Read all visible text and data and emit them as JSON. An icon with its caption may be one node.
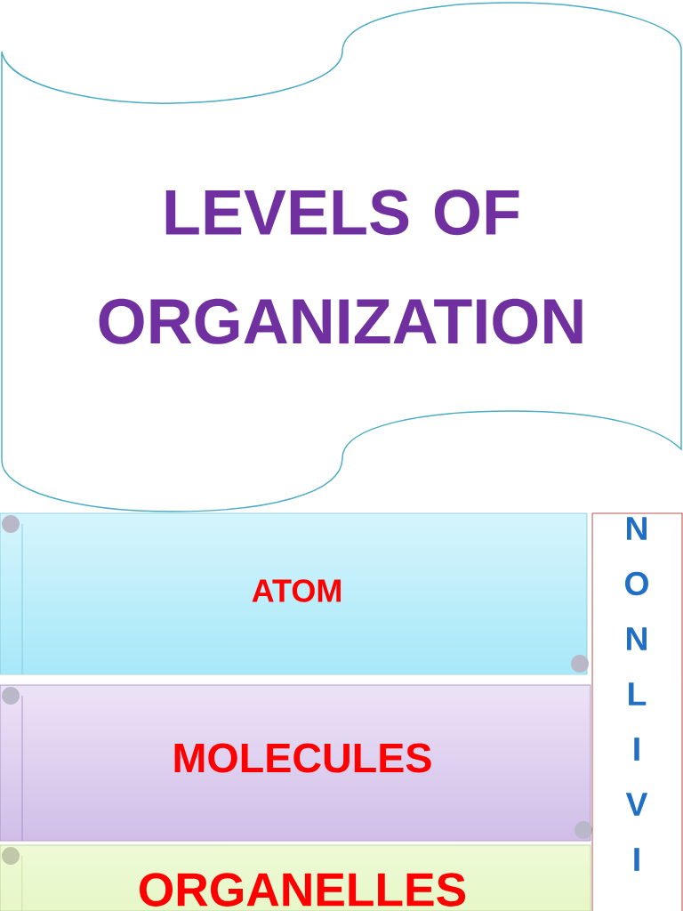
{
  "diagram": {
    "nodes": [
      {
        "text": [
          "LEVELS OF ORGANIZATION"
        ]
      },
      {
        "text": [
          "ATOM"
        ]
      },
      {
        "text": [
          "MOLECULES"
        ]
      },
      {
        "text": [
          "ORGANELLES"
        ]
      },
      {
        "text": [
          "N O N L I V I"
        ]
      }
    ]
  }
}
